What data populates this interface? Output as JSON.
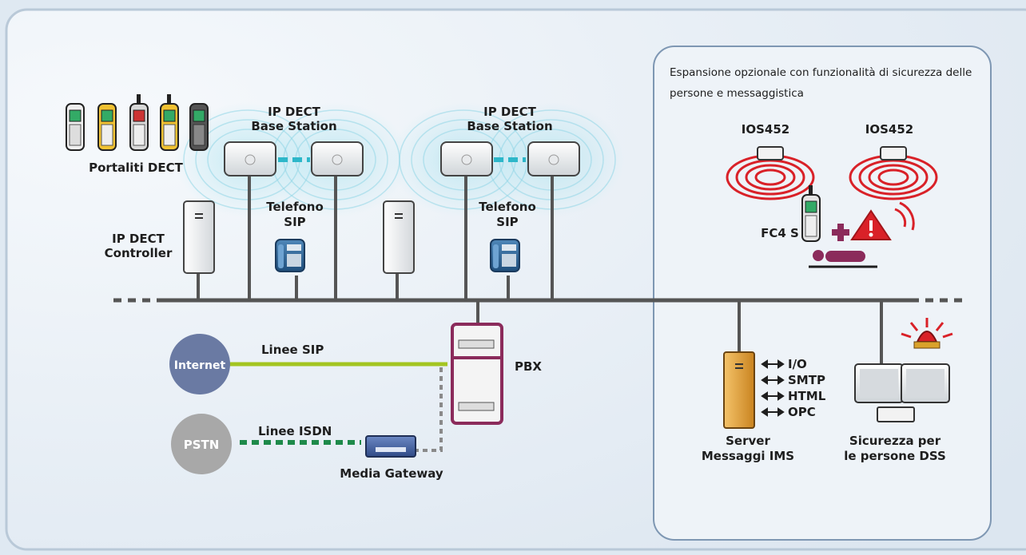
{
  "labels": {
    "portaliti": "Portaliti DECT",
    "ip_dect_controller_1": "IP DECT",
    "ip_dect_controller_2": "Controller",
    "base_station_1_a": "IP DECT",
    "base_station_1_b": "Base Station",
    "base_station_2_a": "IP DECT",
    "base_station_2_b": "Base Station",
    "telefono_1_a": "Telefono",
    "telefono_1_b": "SIP",
    "telefono_2_a": "Telefono",
    "telefono_2_b": "SIP",
    "internet": "Internet",
    "pstn": "PSTN",
    "linee_sip": "Linee SIP",
    "linee_isdn": "Linee ISDN",
    "media_gateway": "Media Gateway",
    "pbx": "PBX",
    "expansion_1": "Espansione opzionale con funzionalità di sicurezza delle",
    "expansion_2": "persone e messaggistica",
    "ios452_left": "IOS452",
    "ios452_right": "IOS452",
    "fc4s": "FC4 S",
    "server_1": "Server",
    "server_2": "Messaggi IMS",
    "dss_1": "Sicurezza per",
    "dss_2": "le persone DSS",
    "protocols": [
      "I/O",
      "SMTP",
      "HTML",
      "OPC"
    ]
  },
  "colors": {
    "network_line": "#555555",
    "sip_line": "#a3c521",
    "isdn_line": "#1e8a4a",
    "dect_link": "#2db7c9",
    "internet_circle": "#6a7aa3",
    "pstn_circle": "#a8a8a8",
    "pbx_accent": "#8b2b5b",
    "alarm_red": "#d92128",
    "server_orange": "#e5a33b"
  },
  "icons": [
    "dect-handset-icon",
    "base-station-icon",
    "sip-phone-icon",
    "controller-icon",
    "pbx-icon",
    "media-gateway-icon",
    "ios452-icon",
    "alarm-icon",
    "server-icon",
    "dss-monitor-icon",
    "siren-icon",
    "person-down-icon",
    "first-aid-cross-icon"
  ]
}
